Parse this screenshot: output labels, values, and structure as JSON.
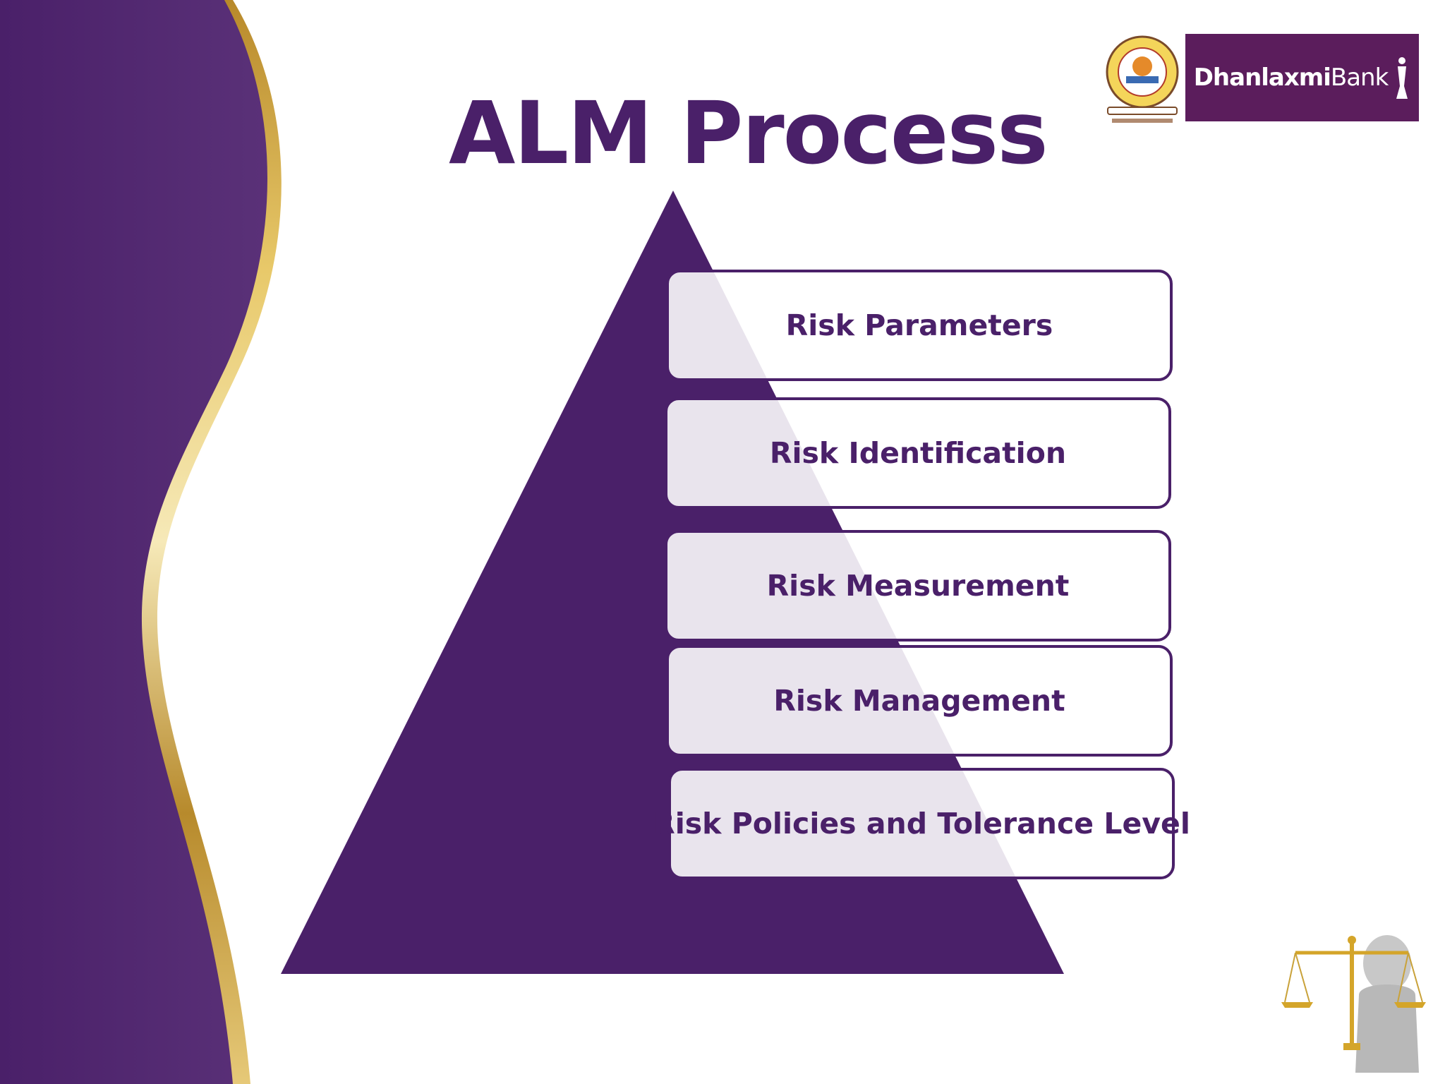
{
  "slide": {
    "title": "ALM Process",
    "logos": {
      "bank_name_bold": "Dhanlaxmi",
      "bank_name_light": "Bank"
    },
    "pyramid": {
      "steps": [
        "Risk Parameters",
        "Risk Identification",
        "Risk Measurement",
        "Risk Management",
        "Risk Policies and Tolerance Level"
      ]
    },
    "colors": {
      "primary_purple": "#4a2069",
      "band_purple": "#542a74",
      "gold": "#c9a23a",
      "logo_bg": "#5b1d5c"
    }
  }
}
